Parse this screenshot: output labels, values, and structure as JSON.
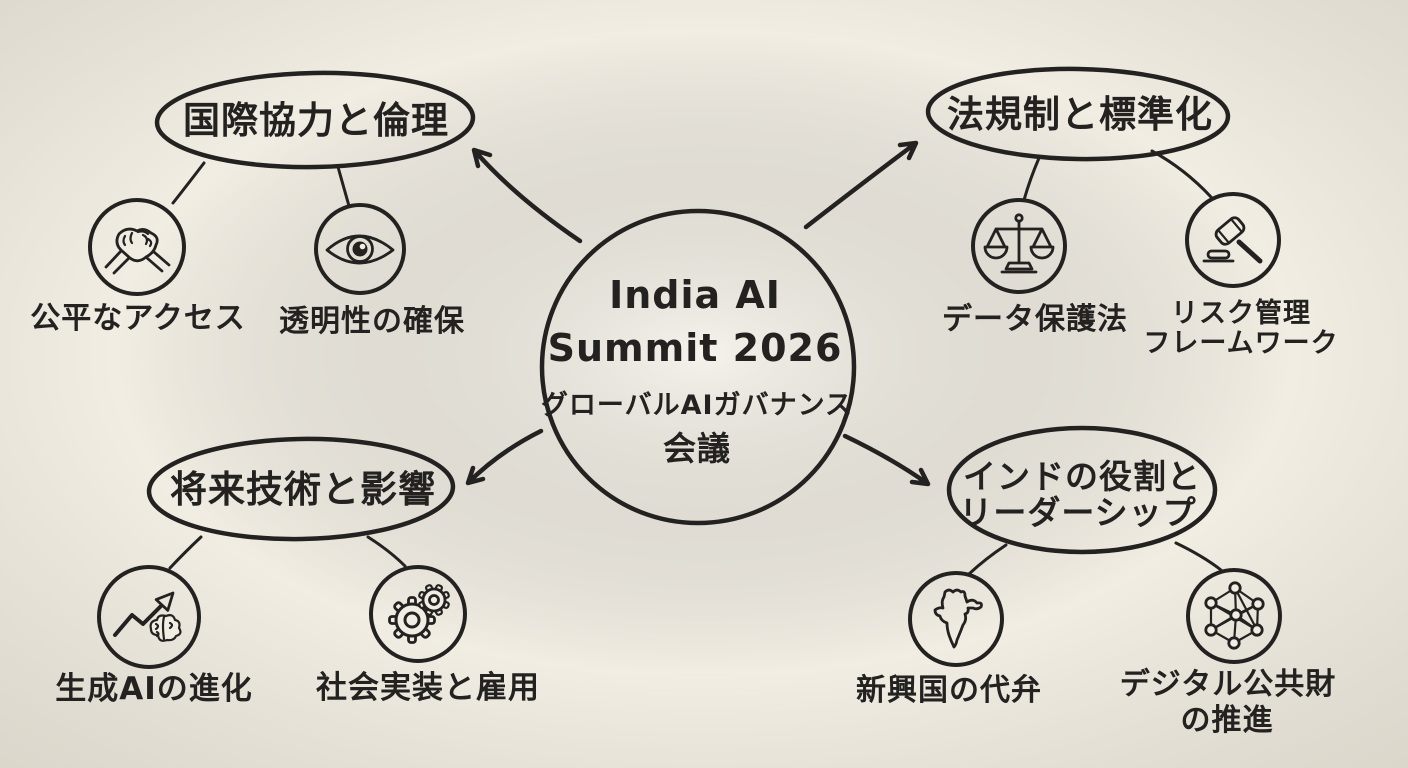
{
  "colors": {
    "background": "#f1ede3",
    "ink": "#232220"
  },
  "center": {
    "line1": "India AI",
    "line2": "Summit 2026",
    "line3": "グローバルAIガバナンス",
    "line4": "会議"
  },
  "branches": {
    "international_cooperation": {
      "title": "国際協力と倫理",
      "items": [
        {
          "icon": "handshake-icon",
          "label": "公平なアクセス"
        },
        {
          "icon": "eye-icon",
          "label": "透明性の確保"
        }
      ]
    },
    "regulation": {
      "title": "法規制と標準化",
      "items": [
        {
          "icon": "scales-icon",
          "label": "データ保護法"
        },
        {
          "icon": "gavel-icon",
          "label_line1": "リスク管理",
          "label_line2": "フレームワーク"
        }
      ]
    },
    "future_technology": {
      "title": "将来技術と影響",
      "items": [
        {
          "icon": "growth-brain-icon",
          "label": "生成AIの進化"
        },
        {
          "icon": "gears-icon",
          "label": "社会実装と雇用"
        }
      ]
    },
    "india_role": {
      "title_line1": "インドの役割と",
      "title_line2": "リーダーシップ",
      "items": [
        {
          "icon": "india-map-icon",
          "label": "新興国の代弁"
        },
        {
          "icon": "network-icon",
          "label_line1": "デジタル公共財",
          "label_line2": "の推進"
        }
      ]
    }
  }
}
